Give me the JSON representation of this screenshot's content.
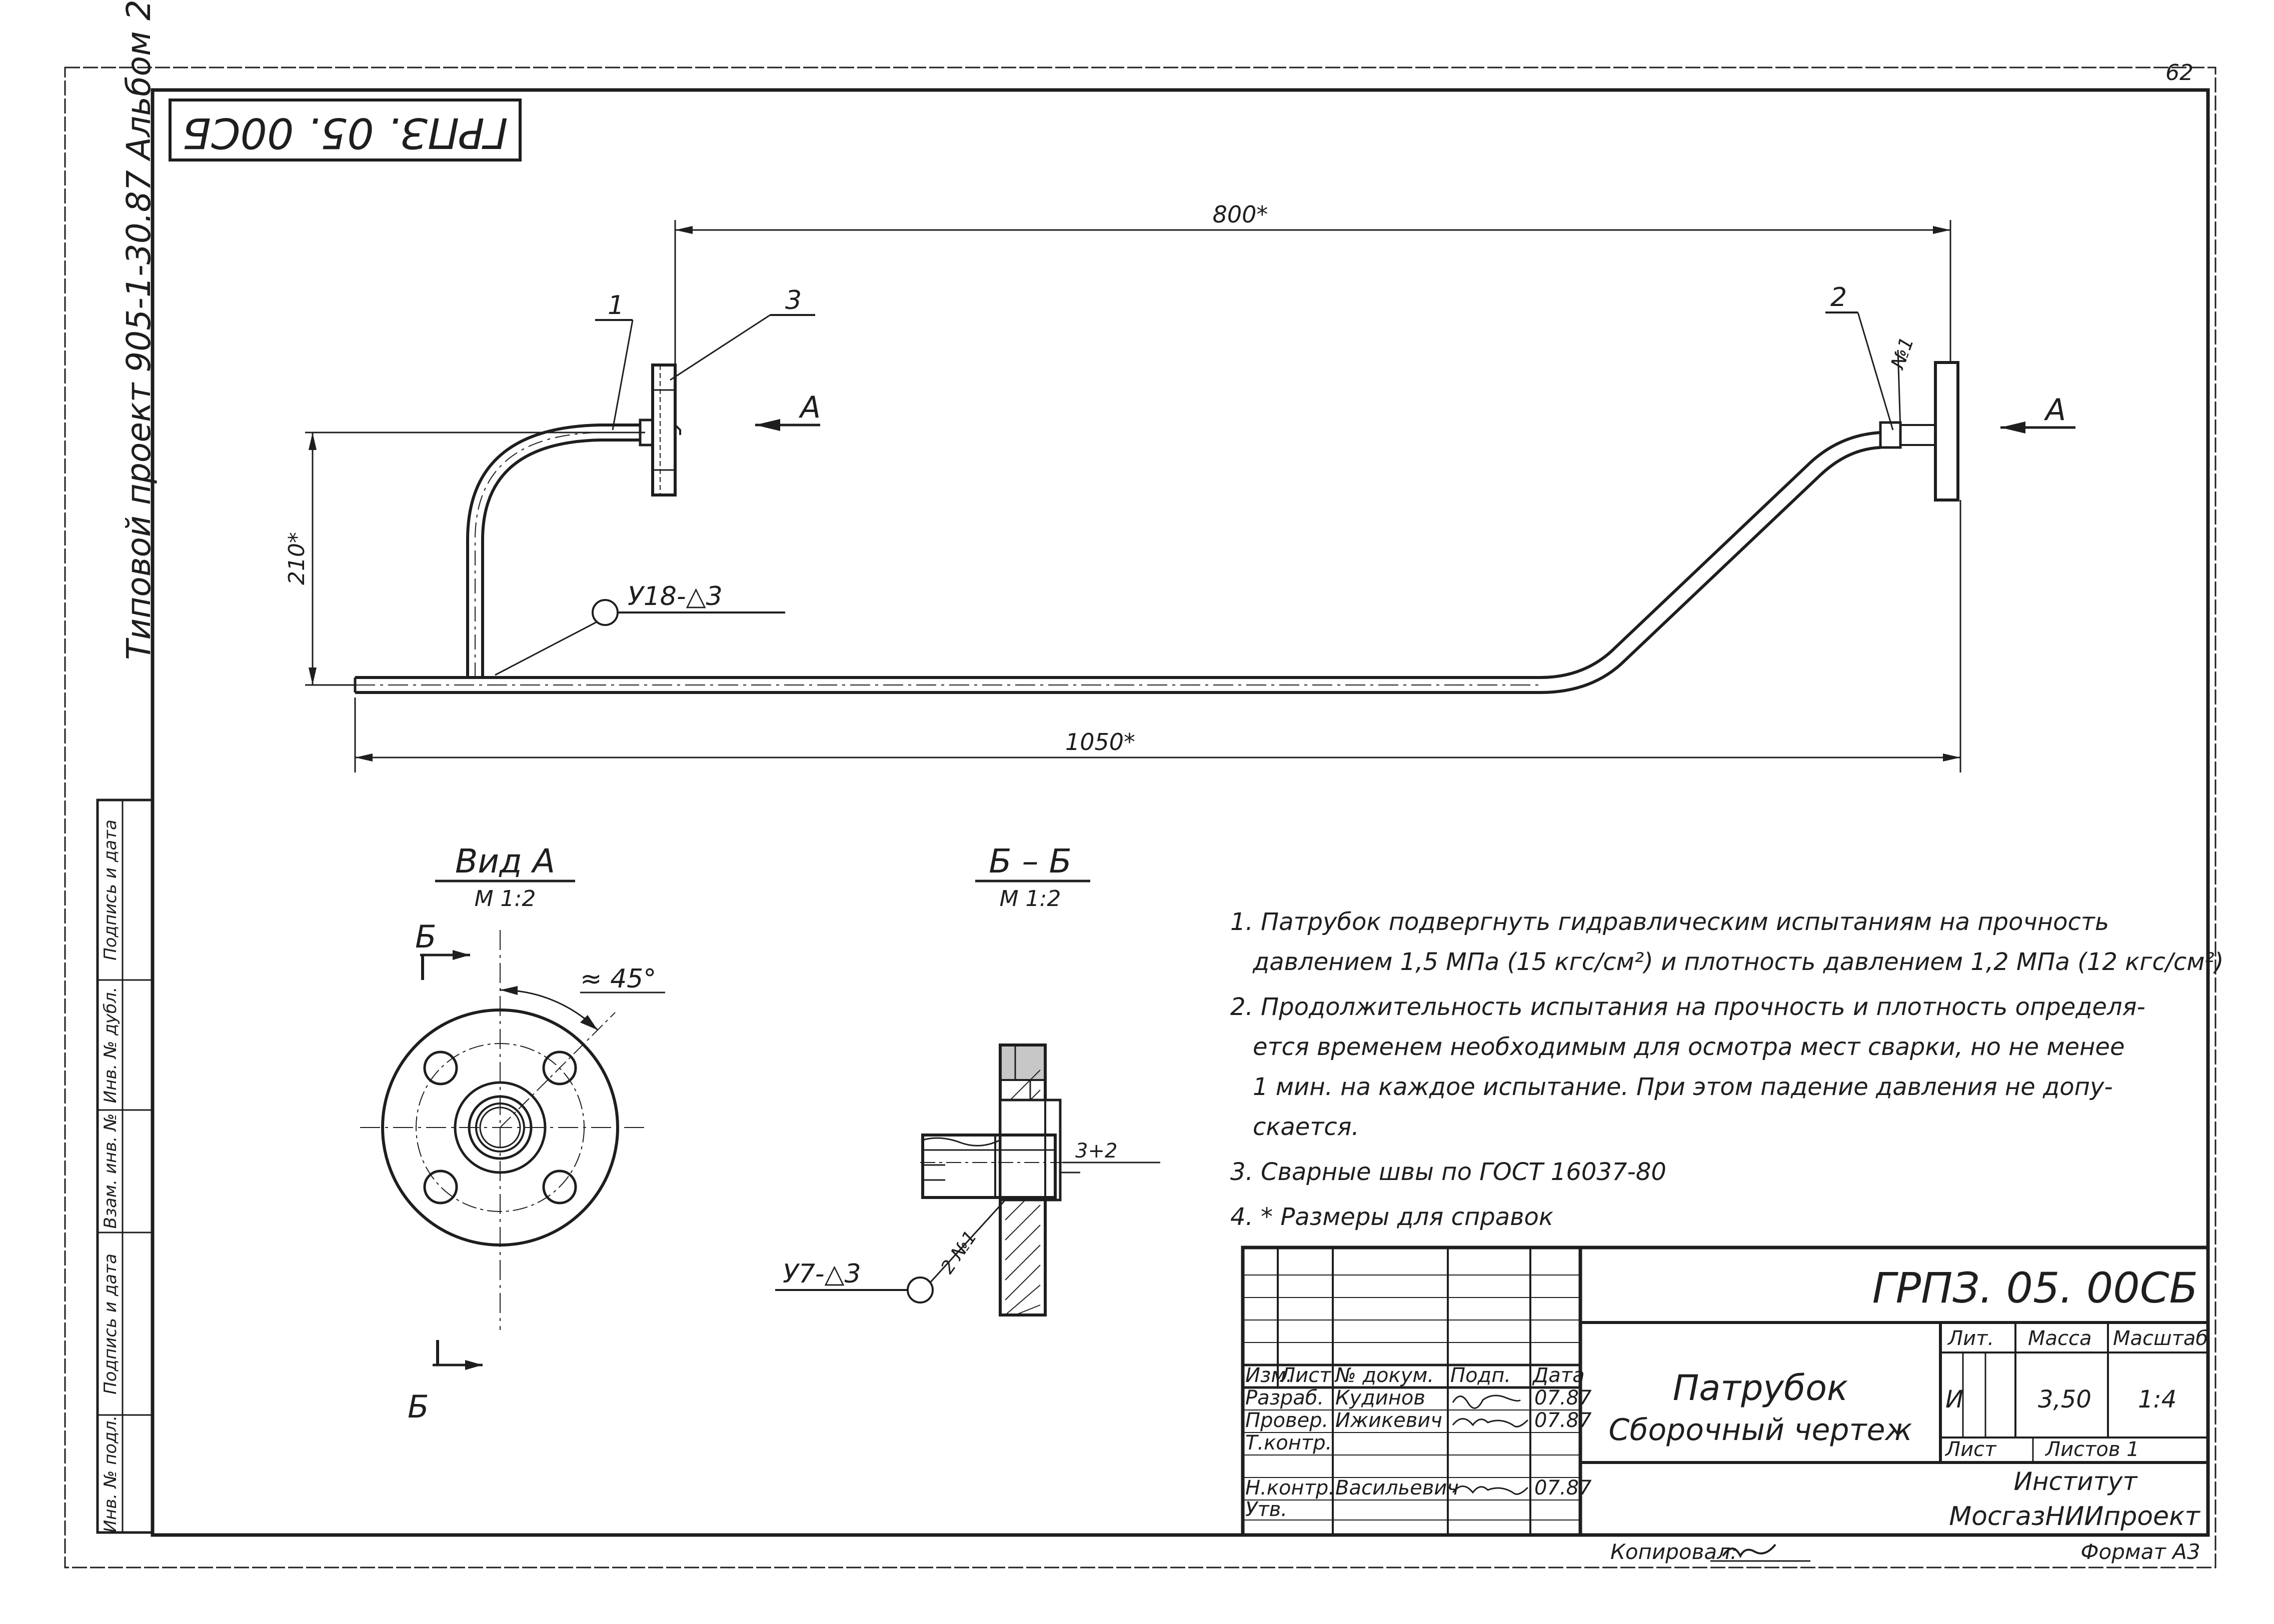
{
  "sheet": {
    "page_number": "62",
    "doc_code_rotated": "ГРПЗ. 05. 00СБ",
    "album_label": "Типовой проект 905-1-30.87  Альбом 2"
  },
  "left_strip": [
    "Инв. № подл.",
    "Подпись и дата",
    "Взам. инв. №",
    "Инв. № дубл.",
    "Подпись и дата"
  ],
  "main_view": {
    "dim_top": "800*",
    "dim_bottom": "1050*",
    "dim_height": "210*",
    "callout_1": "1",
    "callout_2": "2",
    "callout_3": "3",
    "arrow_label_left": "A",
    "arrow_label_right": "A",
    "weld_note": "У18-△3",
    "weld_no": "№1"
  },
  "view_a": {
    "title": "Вид А",
    "scale": "М 1:2",
    "section_mark_top": "Б",
    "section_mark_bottom": "Б",
    "angle": "≈ 45°"
  },
  "section_bb": {
    "title": "Б – Б",
    "scale": "М 1:2",
    "dim_gap": "3+2",
    "weld_note": "У7-△3",
    "weld_no": "2 №1"
  },
  "notes": [
    "1. Патрубок подвергнуть гидравлическим испытаниям на прочность",
    "давлением 1,5 МПа (15 кгс/см²) и плотность давлением 1,2 МПа (12 кгс/см²)",
    "2. Продолжительность испытания на прочность и плотность определя-",
    "ется временем необходимым для осмотра мест сварки, но не менее",
    "1 мин. на каждое испытание. При этом падение давления не допу-",
    "скается.",
    "3.  Сварные швы по  ГОСТ 16037-80",
    "4. * Размеры для справок"
  ],
  "title_block": {
    "doc_code": "ГРПЗ. 05. 00СБ",
    "name_line1": "Патрубок",
    "name_line2": "Сборочный чертеж",
    "col_headers": [
      "Изм.",
      "Лист",
      "№ докум.",
      "Подп.",
      "Дата"
    ],
    "roles": [
      "Разраб.",
      "Провер.",
      "Т.контр.",
      "",
      "Н.контр.",
      "Утв."
    ],
    "names": [
      "Кудинов",
      "Ижикевич",
      "",
      "",
      "Васильевич",
      ""
    ],
    "dates": [
      "07.87",
      "07.87",
      "",
      "",
      "07.87",
      ""
    ],
    "lit_header": "Лит.",
    "mass_header": "Масса",
    "scale_header": "Масштаб",
    "lit_value": "И",
    "mass_value": "3,50",
    "scale_value": "1:4",
    "sheet_label": "Лист",
    "sheets_label": "Листов 1",
    "institute_label": "Институт",
    "institute_name": "МосгазНИИпроект",
    "copied_label": "Копировал:",
    "format_label": "Формат А3"
  }
}
